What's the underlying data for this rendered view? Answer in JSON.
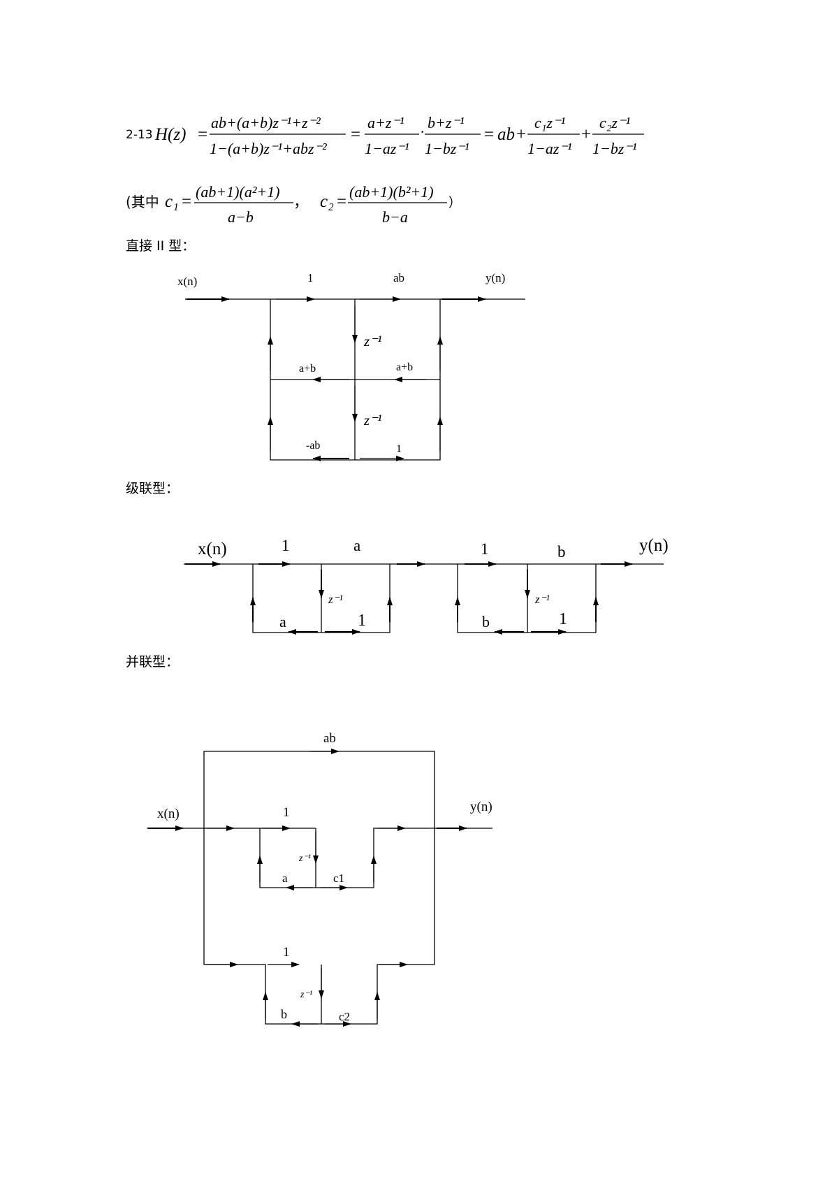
{
  "problem": {
    "number": "2-13",
    "formula": {
      "lhs": "H(z)",
      "f1_num": "ab+(a+b)z⁻¹+z⁻²",
      "f1_den": "1−(a+b)z⁻¹+abz⁻²",
      "f2_num": "a+z⁻¹",
      "f2_den": "1−az⁻¹",
      "dot": "·",
      "f3_num": "b+z⁻¹",
      "f3_den": "1−bz⁻¹",
      "term_ab": "ab",
      "f4_num": "c₁z⁻¹",
      "f4_den": "1−az⁻¹",
      "f5_num": "c₂z⁻¹",
      "f5_den": "1−bz⁻¹"
    },
    "coefficients": {
      "prefix": "(其中",
      "c1_lhs": "c₁",
      "c1_num": "(ab+1)(a²+1)",
      "c1_den": "a−b",
      "separator": "，",
      "c2_lhs": "c₂",
      "c2_num": "(ab+1)(b²+1)",
      "c2_den": "b−a",
      "suffix": "）"
    }
  },
  "sections": {
    "direct": "直接 II 型：",
    "cascade": "级联型：",
    "parallel": "并联型："
  },
  "direct_diagram": {
    "input": "x(n)",
    "output": "y(n)",
    "g_top_left": "1",
    "g_top_right": "ab",
    "delay1": "z⁻¹",
    "g_mid_left": "a+b",
    "g_mid_right": "a+b",
    "delay2": "z⁻¹",
    "g_bot_left": "-ab",
    "g_bot_right": "1"
  },
  "cascade_diagram": {
    "input": "x(n)",
    "output": "y(n)",
    "s1_top_left": "1",
    "s1_top_right": "a",
    "s1_delay": "z⁻¹",
    "s1_bot_left": "a",
    "s1_bot_right": "1",
    "s2_top_left": "1",
    "s2_top_right": "b",
    "s2_delay": "z⁻¹",
    "s2_bot_left": "b",
    "s2_bot_right": "1"
  },
  "parallel_diagram": {
    "input": "x(n)",
    "output": "y(n)",
    "top_gain": "ab",
    "b1_gain": "1",
    "b1_delay": "z⁻¹",
    "b1_fb": "a",
    "b1_ff": "c1",
    "b2_gain": "1",
    "b2_delay": "z⁻¹",
    "b2_fb": "b",
    "b2_ff": "c2"
  }
}
